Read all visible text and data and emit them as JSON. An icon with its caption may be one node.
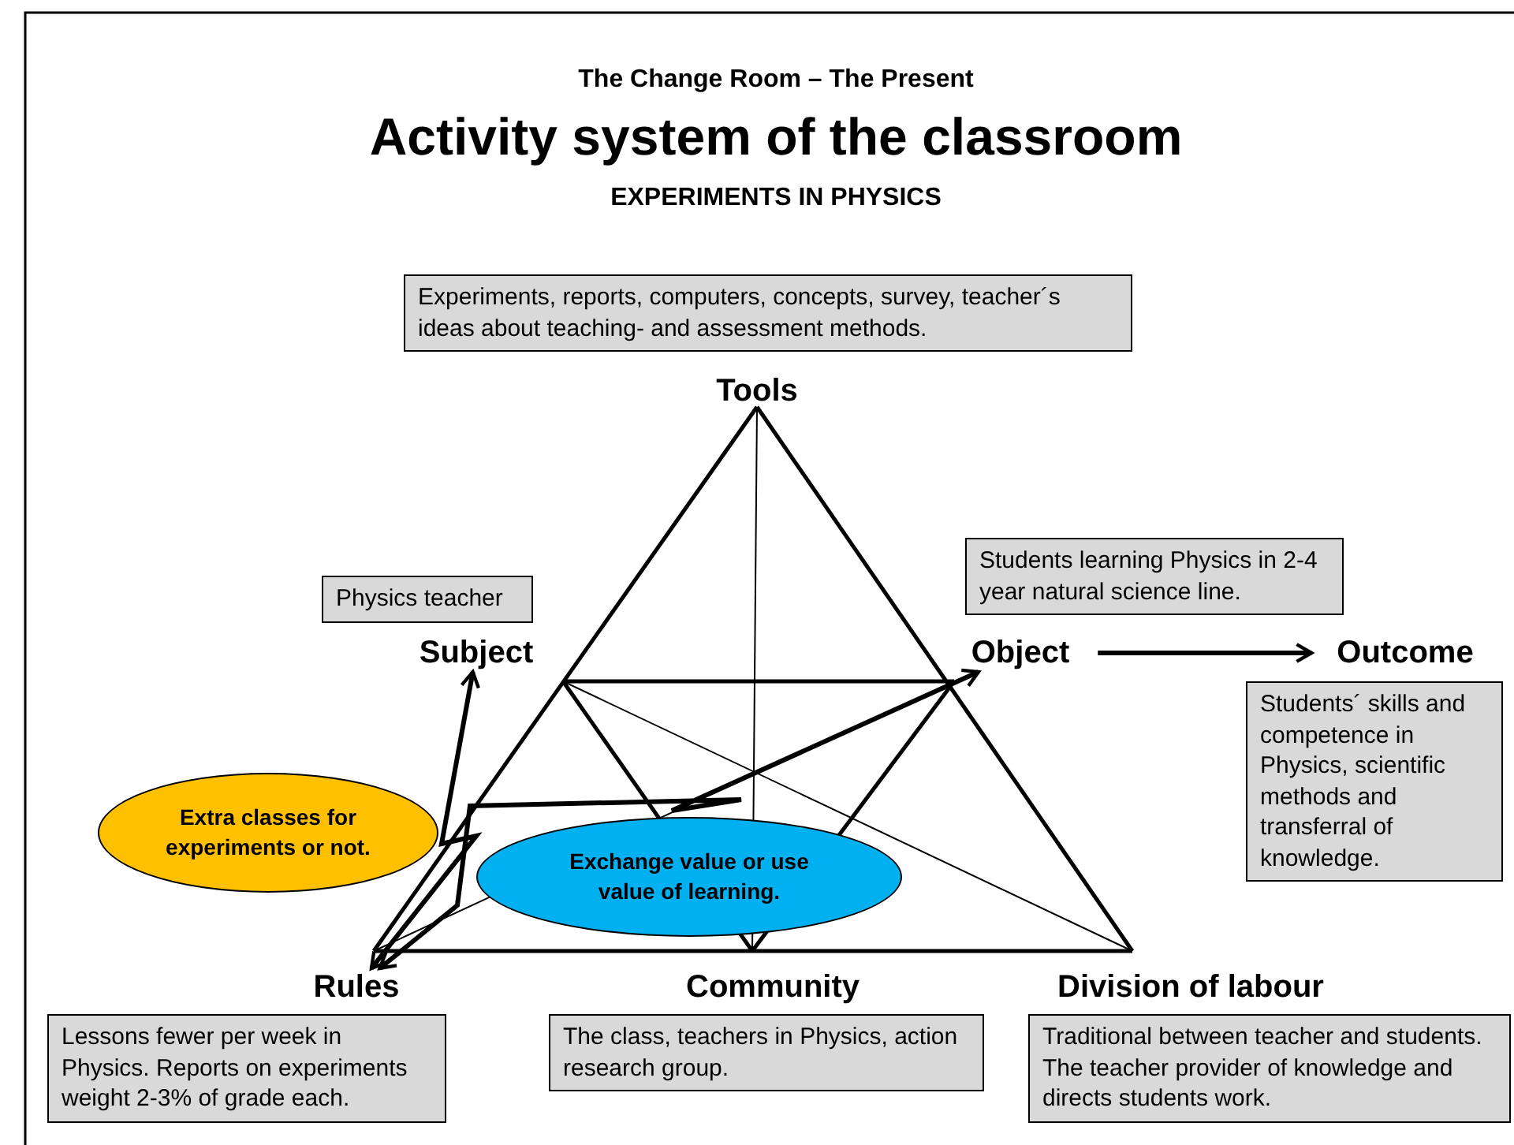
{
  "diagram": {
    "title": "Activity system of the classroom",
    "labels": [
      "The Change Room – The Present",
      "EXPERIMENTS IN PHYSICS"
    ],
    "nodes": [
      {
        "text": [
          "Experiments, reports, computers, concepts, survey, teacher´s ideas about teaching- and assessment methods."
        ]
      },
      {
        "text": [
          "Tools"
        ]
      },
      {
        "text": [
          "Physics teacher"
        ]
      },
      {
        "text": [
          "Subject"
        ]
      },
      {
        "text": [
          "Students learning Physics in 2-4 year natural science line."
        ]
      },
      {
        "text": [
          "Object"
        ]
      },
      {
        "text": [
          "Outcome"
        ]
      },
      {
        "text": [
          "Students´ skills and competence in Physics, scientific methods and transferral of knowledge."
        ]
      },
      {
        "text": [
          "Extra classes for experiments or not."
        ]
      },
      {
        "text": [
          "Exchange value or use value of learning."
        ]
      },
      {
        "text": [
          "Rules"
        ]
      },
      {
        "text": [
          "Community"
        ]
      },
      {
        "text": [
          "Division of labour"
        ]
      },
      {
        "text": [
          "Lessons fewer per week in Physics. Reports on experiments weight 2-3% of grade each."
        ]
      },
      {
        "text": [
          "The class, teachers in Physics, action research group."
        ]
      },
      {
        "text": [
          "Traditional between teacher and students. The teacher provider of knowledge  and directs students work."
        ]
      }
    ],
    "edges": [
      {
        "from": 3,
        "to": 10,
        "arrow": "both"
      },
      {
        "from": 10,
        "to": 5,
        "arrow": "both"
      },
      {
        "from": 5,
        "to": 6,
        "arrow": "to"
      }
    ]
  }
}
